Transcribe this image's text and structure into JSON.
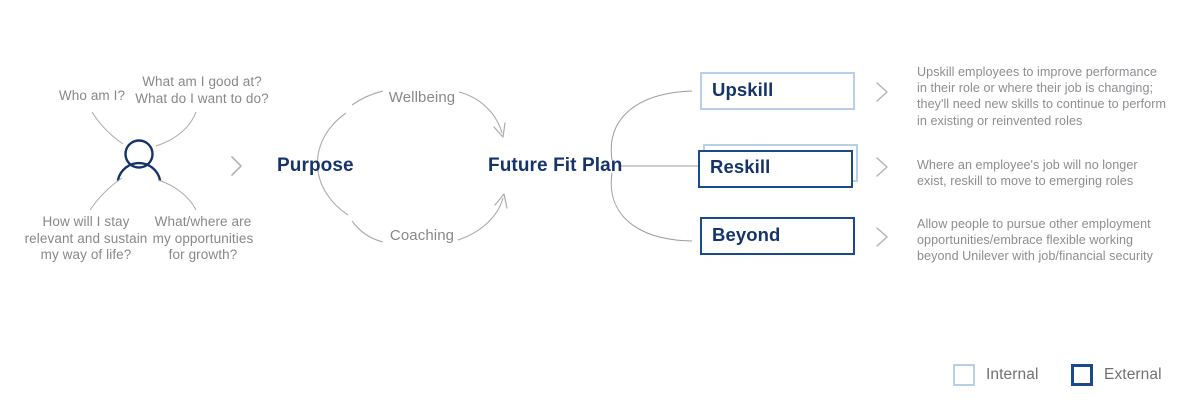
{
  "colors": {
    "navy": "#14346b",
    "box_external": "#1b4a8c",
    "box_internal": "#b7cfe8",
    "grey_text": "#86888c",
    "line_grey": "#9a9ca0",
    "background": "#ffffff"
  },
  "person": {
    "icon": "person-icon",
    "questions": [
      {
        "id": "who-am-i",
        "text": "Who am I?"
      },
      {
        "id": "what-good-at",
        "text": "What am I good at?\nWhat do I want to do?"
      },
      {
        "id": "stay-relevant",
        "text": "How will I stay\nrelevant and sustain\nmy way of life?"
      },
      {
        "id": "opportunities",
        "text": "What/where are\nmy opportunities\nfor growth?"
      }
    ]
  },
  "flow": {
    "purpose_label": "Purpose",
    "future_fit_label": "Future Fit Plan",
    "cycle_top_label": "Wellbeing",
    "cycle_bottom_label": "Coaching",
    "chevron_icon": "chevron-right-icon"
  },
  "outcomes": [
    {
      "id": "upskill",
      "label": "Upskill",
      "type": "internal",
      "description": "Upskill employees to improve performance\nin their role or where their job is changing;\nthey'll need new skills to continue to perform\nin existing or reinvented roles"
    },
    {
      "id": "reskill",
      "label": "Reskill",
      "type": "internal-external",
      "description": "Where an employee's job will no longer\nexist, reskill to move to emerging roles"
    },
    {
      "id": "beyond",
      "label": "Beyond",
      "type": "external",
      "description": "Allow people to pursue other employment\nopportunities/embrace flexible working\nbeyond Unilever with job/financial security"
    }
  ],
  "legend": {
    "internal_label": "Internal",
    "external_label": "External"
  }
}
